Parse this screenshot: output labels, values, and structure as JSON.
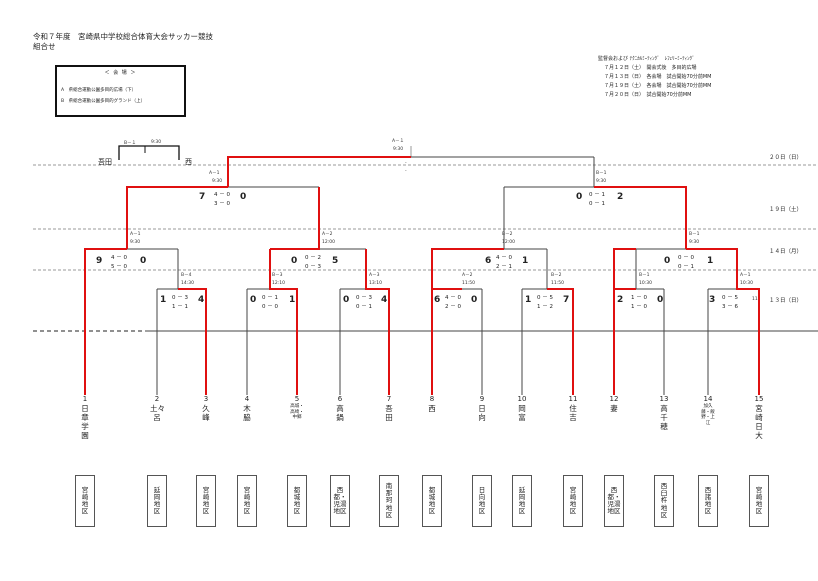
{
  "header": {
    "title_line1": "令和７年度　宮崎県中学校総合体育大会サッカー競技",
    "title_line2": "組合せ"
  },
  "legend": {
    "title": "＜ 会 場 ＞",
    "items": [
      "A　県総合運動公園多目的広場（下）",
      "B　県総合運動公園多目的グランド（上）"
    ]
  },
  "schedule": {
    "heading": "監督会および ﾃｸﾆｶﾙﾐｰﾃｨﾝｸﾞ　ﾚﾌｪﾘｰﾐｰﾃｨﾝｸﾞ",
    "lines": [
      "７月１２日（土）　開会式後　多目的広場",
      "７月１３日（日）　各会場　試合開始70分前MM",
      "７月１９日（土）　各会場　試合開始70分前MM",
      "７月２０日（日）　試合開始70分前MM"
    ]
  },
  "dates": [
    "２０日（日）",
    "１９日（土）",
    "１４日（月）",
    "１３日（日）"
  ],
  "bracket": {
    "third_place": {
      "label": "B－１",
      "time": "9:30",
      "left": "吾田",
      "right": "西"
    },
    "final": {
      "label": "A－１",
      "time": "9:30",
      "dash1": "-",
      "dash2": "-"
    },
    "semis": [
      {
        "label": "A－1",
        "time": "9:30",
        "total_left": "7",
        "total_right": "0",
        "h1": "4 － 0",
        "h2": "3 － 0"
      },
      {
        "label": "B－1",
        "time": "9:30",
        "total_left": "0",
        "total_right": "2",
        "h1": "0 － 1",
        "h2": "0 － 1"
      }
    ],
    "quarters": [
      {
        "label": "A－1",
        "time": "9:30",
        "total_left": "9",
        "total_right": "0",
        "h1": "4 － 0",
        "h2": "5 － 0"
      },
      {
        "label": "A－2",
        "time": "12:00",
        "total_left": "0",
        "total_right": "5",
        "h1": "0 － 2",
        "h2": "0 － 3"
      },
      {
        "label": "B－2",
        "time": "12:00",
        "total_left": "6",
        "total_right": "1",
        "h1": "4 － 0",
        "h2": "2 － 1"
      },
      {
        "label": "B－1",
        "time": "9:30",
        "total_left": "0",
        "total_right": "1",
        "h1": "0 － 0",
        "h2": "0 － 1"
      }
    ],
    "round1": [
      {
        "label": "B－4",
        "time": "14:30",
        "total_left": "1",
        "total_right": "4",
        "h1": "0 － 3",
        "h2": "1 － 1"
      },
      {
        "label": "B－3",
        "time": "12:10",
        "total_left": "0",
        "total_right": "1",
        "h1": "0 － 1",
        "h2": "0 － 0"
      },
      {
        "label": "A－3",
        "time": "13:10",
        "total_left": "0",
        "total_right": "4",
        "h1": "0 － 3",
        "h2": "0 － 1"
      },
      {
        "label": "A－2",
        "time": "11:50",
        "total_left": "6",
        "total_right": "0",
        "h1": "4 － 0",
        "h2": "2 － 0"
      },
      {
        "label": "B－2",
        "time": "11:50",
        "total_left": "1",
        "total_right": "7",
        "h1": "0 － 5",
        "h2": "1 － 2"
      },
      {
        "label": "B－1",
        "time": "10:30",
        "total_left": "2",
        "total_right": "0",
        "h1": "1 － 0",
        "h2": "1 － 0"
      },
      {
        "label": "A－1",
        "time": "10:30",
        "total_left": "3",
        "total_right": "11",
        "h1": "0 － 5",
        "h2": "3 － 6"
      }
    ]
  },
  "teams": [
    {
      "num": "1",
      "name": "日章学園",
      "region": "宮崎地区"
    },
    {
      "num": "2",
      "name": "土々呂",
      "region": "延岡地区"
    },
    {
      "num": "3",
      "name": "久峰",
      "region": "宮崎地区"
    },
    {
      "num": "4",
      "name": "木脇",
      "region": "宮崎地区"
    },
    {
      "num": "5",
      "name": "高城・高崎・中郷",
      "region": "都城地区"
    },
    {
      "num": "6",
      "name": "高鍋",
      "region": "西都・児湯地区"
    },
    {
      "num": "7",
      "name": "吾田",
      "region": "南那珂地区"
    },
    {
      "num": "8",
      "name": "西",
      "region": "都城地区"
    },
    {
      "num": "9",
      "name": "日向",
      "region": "日向地区"
    },
    {
      "num": "10",
      "name": "岡富",
      "region": "延岡地区"
    },
    {
      "num": "11",
      "name": "住吉",
      "region": "宮崎地区"
    },
    {
      "num": "12",
      "name": "妻",
      "region": "西都・児湯地区"
    },
    {
      "num": "13",
      "name": "高千穂",
      "region": "西臼杵地区"
    },
    {
      "num": "14",
      "name": "加久藤・飯野・上江",
      "region": "西諸地区"
    },
    {
      "num": "15",
      "name": "宮崎日大",
      "region": "宮崎地区"
    }
  ]
}
